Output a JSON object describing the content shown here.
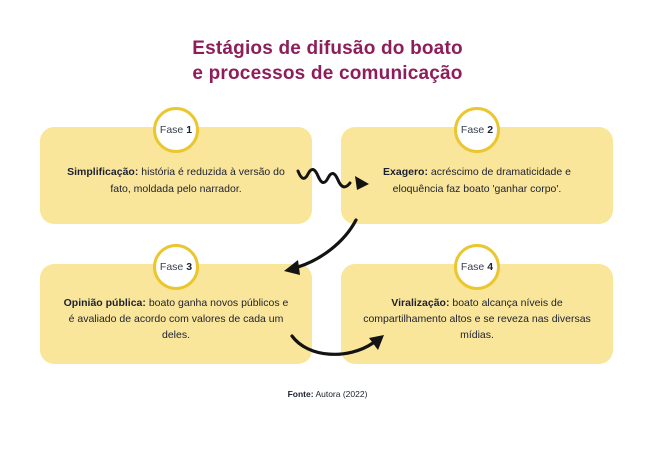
{
  "title": {
    "line1": "Estágios de difusão do  boato",
    "line2": "e processos de comunicação"
  },
  "colors": {
    "title": "#8e1e5a",
    "box_background": "#fae69b",
    "badge_border": "#eac62f",
    "body_text": "#1c2030",
    "arrow": "#131313"
  },
  "phases": [
    {
      "badge_label": "Fase",
      "badge_number": "1",
      "term": "Simplificação:",
      "description": "história é reduzida à versão do fato, moldada pelo narrador."
    },
    {
      "badge_label": "Fase",
      "badge_number": "2",
      "term": "Exagero:",
      "description": "acréscimo de dramaticidade e eloquência faz boato 'ganhar corpo'."
    },
    {
      "badge_label": "Fase",
      "badge_number": "3",
      "term": "Opinião pública:",
      "description": "boato ganha novos públicos e é avaliado de acordo com valores de cada um deles."
    },
    {
      "badge_label": "Fase",
      "badge_number": "4",
      "term": "Viralização:",
      "description": "boato alcança níveis de compartilhamento altos e se reveza nas diversas mídias."
    }
  ],
  "icons": [
    "squiggle-arrow-right-icon",
    "curved-arrow-down-left-icon",
    "curved-arrow-up-right-icon"
  ],
  "footer": {
    "label": "Fonte:",
    "text": "Autora (2022)"
  }
}
